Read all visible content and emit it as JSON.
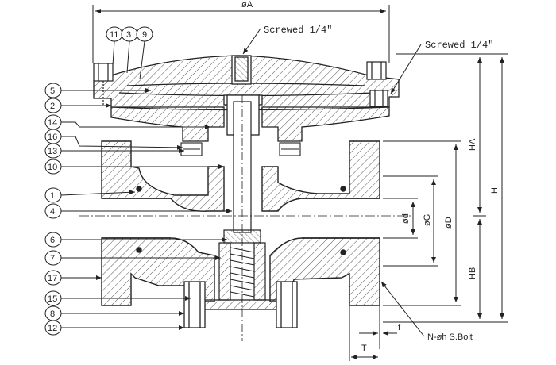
{
  "labels": {
    "diameter_A": "øA",
    "screwed_top": "Screwed 1/4\"",
    "screwed_right": "Screwed 1/4\"",
    "bolt": "N-øh S.Bolt",
    "dim_HA": "HA",
    "dim_H": "H",
    "dim_HB": "HB",
    "dim_d": "ød",
    "dim_G": "øG",
    "dim_D": "øD",
    "dim_f": "f",
    "dim_T": "T"
  },
  "callouts_top": [
    "11",
    "3",
    "9"
  ],
  "callouts_left": [
    "5",
    "2",
    "14",
    "16",
    "13",
    "10",
    "1",
    "4",
    "6",
    "7",
    "17",
    "15",
    "8",
    "12"
  ],
  "colors": {
    "line": "#222222",
    "hatch": "#555555",
    "background": "#ffffff"
  }
}
